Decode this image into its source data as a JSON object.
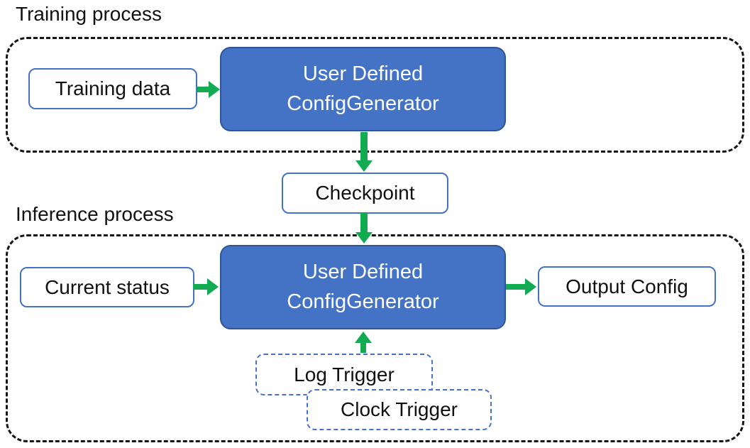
{
  "training_section": {
    "label": "Training process",
    "input": "Training data",
    "generator": {
      "line1": "User Defined",
      "line2": "ConfigGenerator"
    }
  },
  "checkpoint": {
    "label": "Checkpoint"
  },
  "inference_section": {
    "label": "Inference process",
    "input": "Current status",
    "generator": {
      "line1": "User Defined",
      "line2": "ConfigGenerator"
    },
    "output": "Output Config",
    "triggers": {
      "log": "Log Trigger",
      "clock": "Clock Trigger"
    }
  },
  "colors": {
    "node_fill": "#4472c4",
    "node_border": "#2f5597",
    "box_border": "#4472c4",
    "arrow_green": "#12ab52",
    "container_dash": "#151515"
  }
}
